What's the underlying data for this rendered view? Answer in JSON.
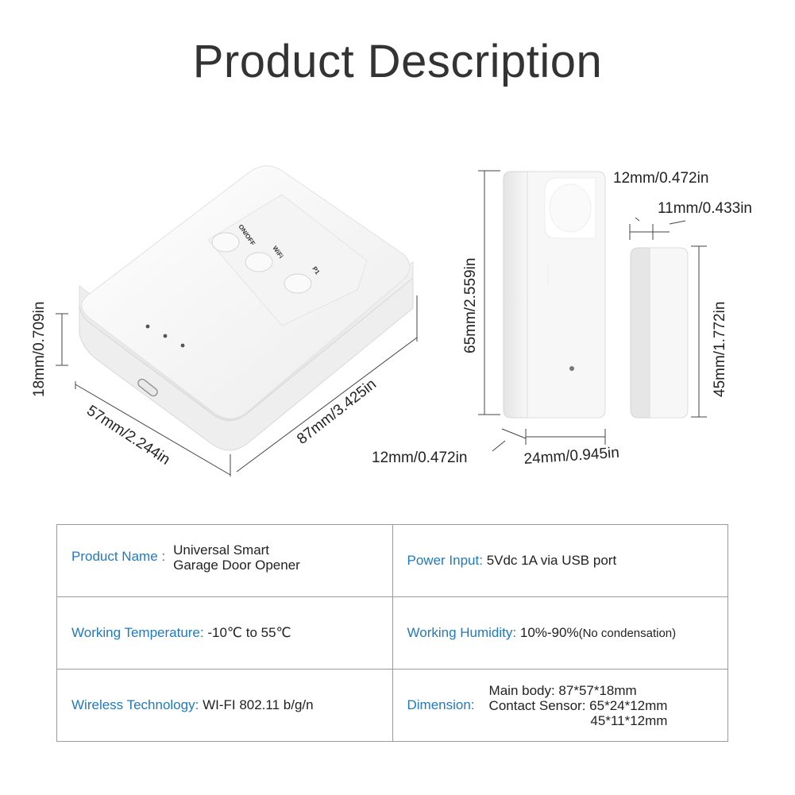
{
  "title": "Product Description",
  "device": {
    "buttons": [
      {
        "label": "ON/OFF"
      },
      {
        "label": "WiFi"
      },
      {
        "label": "P1"
      }
    ]
  },
  "dimensions": {
    "hub_height": "18mm/0.709in",
    "hub_width": "57mm/2.244in",
    "hub_length": "87mm/3.425in",
    "sensor_height": "65mm/2.559in",
    "sensor_thickness_top": "12mm/0.472in",
    "magnet_width": "11mm/0.433in",
    "magnet_height": "45mm/1.772in",
    "sensor_thickness_bottom": "12mm/0.472in",
    "sensor_width": "24mm/0.945in"
  },
  "specs": {
    "product_name_label": "Product Name :",
    "product_name_line1": "Universal Smart",
    "product_name_line2": "Garage Door Opener",
    "power_label": "Power Input:",
    "power_value": "5Vdc 1A via USB port",
    "temp_label": "Working Temperature:",
    "temp_value": "-10℃ to 55℃",
    "humidity_label": "Working Humidity:",
    "humidity_value": "10%-90%",
    "humidity_note": "(No condensation)",
    "wireless_label": "Wireless Technology:",
    "wireless_value": "WI-FI 802.11 b/g/n",
    "dimension_label": "Dimension:",
    "dimension_line1": "Main body: 87*57*18mm",
    "dimension_line2": "Contact Sensor: 65*24*12mm",
    "dimension_line3": "45*11*12mm"
  },
  "colors": {
    "label_blue": "#1f7ac0",
    "device_white": "#f6f6f6",
    "border_gray": "#9a9a9a"
  }
}
